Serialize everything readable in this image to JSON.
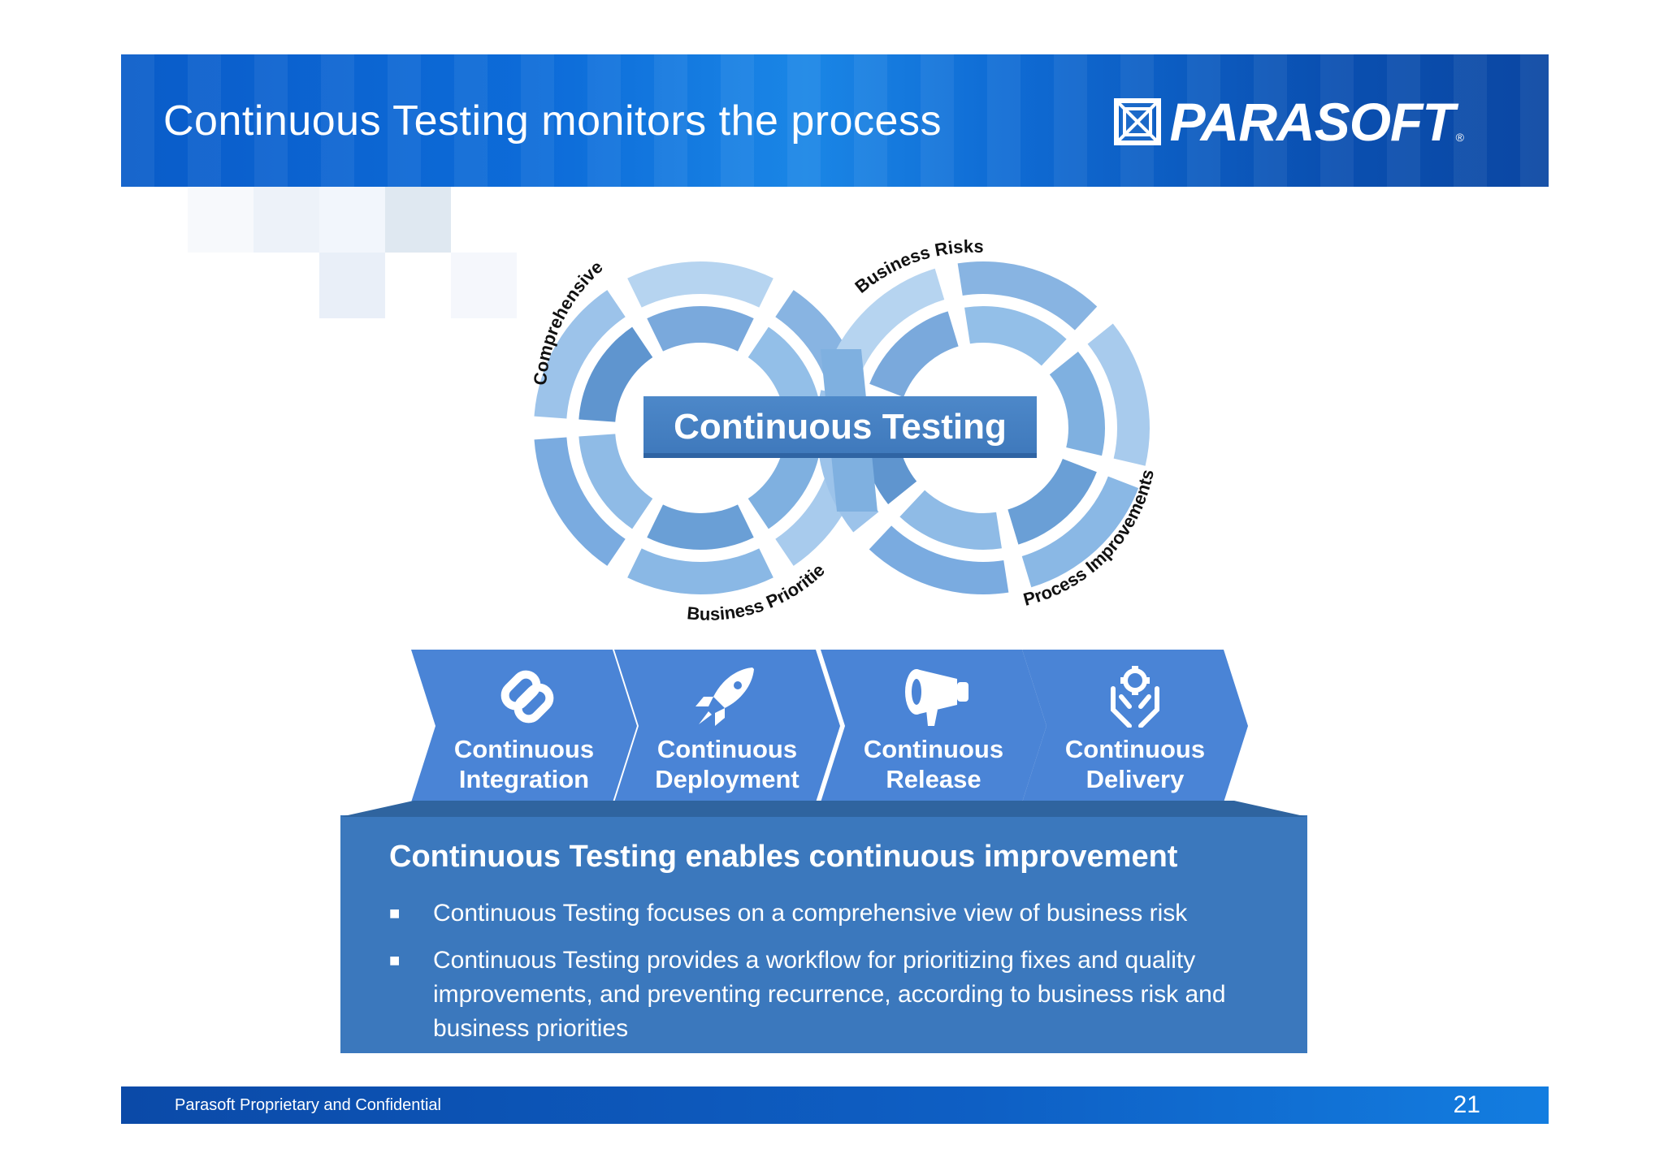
{
  "slide": {
    "title": "Continuous Testing monitors the process",
    "logo": "PARASOFT",
    "logo_reg": "®"
  },
  "diagram": {
    "center_label": "Continuous Testing",
    "arc_labels": {
      "comprehensive": "Comprehensive",
      "business_risks": "Business Risks",
      "business_priorities": "Business Priorities",
      "process_improvements": "Process Improvements"
    }
  },
  "stages": [
    {
      "label": "Continuous\nIntegration",
      "icon": "link-icon"
    },
    {
      "label": "Continuous\nDeployment",
      "icon": "rocket-icon"
    },
    {
      "label": "Continuous\nRelease",
      "icon": "megaphone-icon"
    },
    {
      "label": "Continuous\nDelivery",
      "icon": "gear-hands-icon"
    }
  ],
  "panel": {
    "heading": "Continuous Testing enables continuous improvement",
    "bullet_mark": "■",
    "bullets": [
      "Continuous Testing focuses on a comprehensive view of business risk",
      "Continuous Testing provides a workflow for prioritizing fixes and quality improvements, and preventing recurrence, according to business risk and business priorities"
    ]
  },
  "footer": {
    "text": "Parasoft Proprietary and Confidential",
    "page_number": "21"
  },
  "colors": {
    "header_blue": "#0a5cc9",
    "chevron_blue": "#4a84d6",
    "panel_blue": "#3b78bd",
    "ring_light": "#a9cdee",
    "ring_mid": "#7fb0e0"
  }
}
